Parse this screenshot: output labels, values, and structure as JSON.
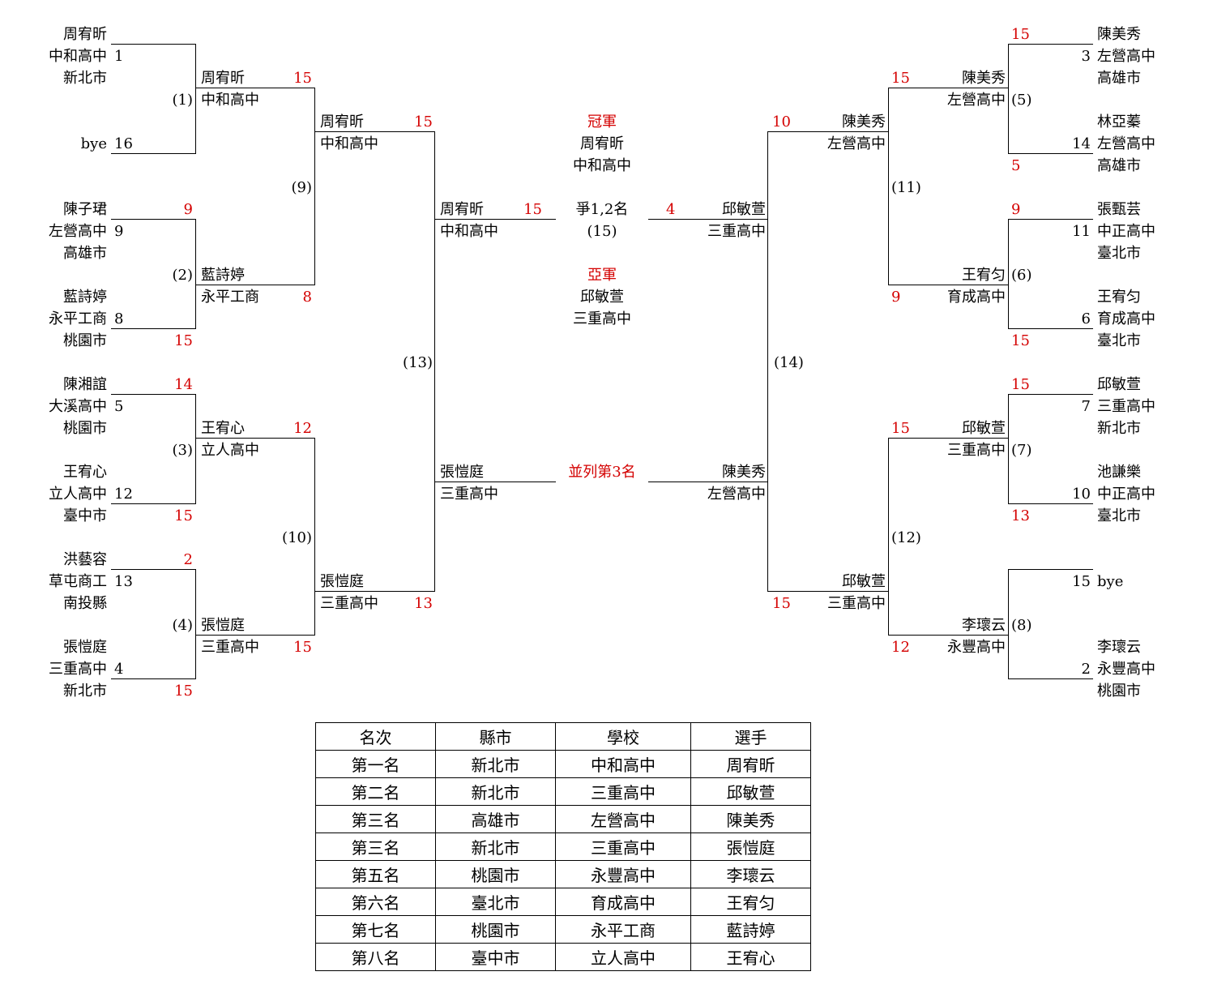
{
  "left_seeds": [
    {
      "name": "周宥昕",
      "school": "中和高中",
      "city": "新北市",
      "seed": "1"
    },
    {
      "bye": "bye",
      "seed": "16"
    },
    {
      "name": "陳子珺",
      "school": "左營高中",
      "city": "高雄市",
      "seed": "9",
      "score": "9"
    },
    {
      "name": "藍詩婷",
      "school": "永平工商",
      "city": "桃園市",
      "seed": "8",
      "score": "15"
    },
    {
      "name": "陳湘誼",
      "school": "大溪高中",
      "city": "桃園市",
      "seed": "5",
      "score": "14"
    },
    {
      "name": "王宥心",
      "school": "立人高中",
      "city": "臺中市",
      "seed": "12",
      "score": "15"
    },
    {
      "name": "洪藝容",
      "school": "草屯商工",
      "city": "南投縣",
      "seed": "13",
      "score": "2"
    },
    {
      "name": "張愷庭",
      "school": "三重高中",
      "city": "新北市",
      "seed": "4",
      "score": "15"
    }
  ],
  "right_seeds": [
    {
      "name": "陳美秀",
      "school": "左營高中",
      "city": "高雄市",
      "seed": "3",
      "score": "15"
    },
    {
      "name": "林亞蓁",
      "school": "左營高中",
      "city": "高雄市",
      "seed": "14",
      "score": "5"
    },
    {
      "name": "張甄芸",
      "school": "中正高中",
      "city": "臺北市",
      "seed": "11",
      "score": "9"
    },
    {
      "name": "王宥匀",
      "school": "育成高中",
      "city": "臺北市",
      "seed": "6",
      "score": "15"
    },
    {
      "name": "邱敏萱",
      "school": "三重高中",
      "city": "新北市",
      "seed": "7",
      "score": "15"
    },
    {
      "name": "池謙樂",
      "school": "中正高中",
      "city": "臺北市",
      "seed": "10",
      "score": "13"
    },
    {
      "bye": "bye",
      "seed": "15"
    },
    {
      "name": "李瓌云",
      "school": "永豐高中",
      "city": "桃園市",
      "seed": "2"
    }
  ],
  "match_numbers": [
    "(1)",
    "(2)",
    "(3)",
    "(4)",
    "(5)",
    "(6)",
    "(7)",
    "(8)",
    "(9)",
    "(10)",
    "(11)",
    "(12)",
    "(13)",
    "(14)",
    "(15)"
  ],
  "left_r2": [
    {
      "name": "周宥昕",
      "school": "中和高中",
      "score": "15"
    },
    {
      "name": "藍詩婷",
      "school": "永平工商",
      "score": "8"
    },
    {
      "name": "王宥心",
      "school": "立人高中",
      "score": "12"
    },
    {
      "name": "張愷庭",
      "school": "三重高中",
      "score": "15"
    }
  ],
  "left_r3": [
    {
      "name": "周宥昕",
      "school": "中和高中",
      "score": "15"
    },
    {
      "name": "張愷庭",
      "school": "三重高中",
      "score": "13"
    }
  ],
  "left_semi": [
    {
      "name": "周宥昕",
      "school": "中和高中",
      "score": "15"
    },
    {
      "name": "張愷庭",
      "school": "三重高中"
    }
  ],
  "right_r2": [
    {
      "name": "陳美秀",
      "school": "左營高中",
      "score": "15"
    },
    {
      "name": "王宥匀",
      "school": "育成高中",
      "score": "9"
    },
    {
      "name": "邱敏萱",
      "school": "三重高中",
      "score": "15"
    },
    {
      "name": "李瓌云",
      "school": "永豐高中",
      "score": "12"
    }
  ],
  "right_r3": [
    {
      "name": "陳美秀",
      "school": "左營高中",
      "score": "10"
    },
    {
      "name": "邱敏萱",
      "school": "三重高中",
      "score": "15"
    }
  ],
  "right_semi": [
    {
      "name": "邱敏萱",
      "school": "三重高中",
      "score": "4"
    },
    {
      "name": "陳美秀",
      "school": "左營高中"
    }
  ],
  "center": {
    "champion_label": "冠軍",
    "champion_name": "周宥昕",
    "champion_school": "中和高中",
    "final_label": "爭1,2名",
    "runnerup_label": "亞軍",
    "runnerup_name": "邱敏萱",
    "runnerup_school": "三重高中",
    "third_label": "並列第3名"
  },
  "results_table": {
    "headers": [
      "名次",
      "縣市",
      "學校",
      "選手"
    ],
    "rows": [
      [
        "第一名",
        "新北市",
        "中和高中",
        "周宥昕"
      ],
      [
        "第二名",
        "新北市",
        "三重高中",
        "邱敏萱"
      ],
      [
        "第三名",
        "高雄市",
        "左營高中",
        "陳美秀"
      ],
      [
        "第三名",
        "新北市",
        "三重高中",
        "張愷庭"
      ],
      [
        "第五名",
        "桃園市",
        "永豐高中",
        "李瓌云"
      ],
      [
        "第六名",
        "臺北市",
        "育成高中",
        "王宥匀"
      ],
      [
        "第七名",
        "桃園市",
        "永平工商",
        "藍詩婷"
      ],
      [
        "第八名",
        "臺中市",
        "立人高中",
        "王宥心"
      ]
    ]
  },
  "colors": {
    "score": "#d40000",
    "line": "#000000",
    "text": "#000000"
  }
}
